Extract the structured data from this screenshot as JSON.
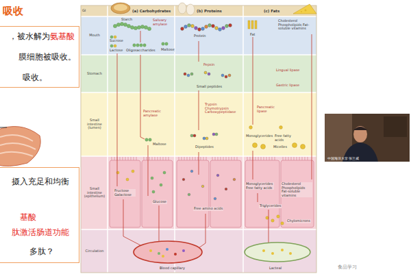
{
  "diagram": {
    "title": "吸收",
    "nodes": [
      {
        "text": [
          "，被水解为",
          "氨基酸",
          "膜细胞被吸收。",
          "吸收。"
        ]
      },
      {
        "text": [
          "摄入充足和均衡",
          "基酸",
          "肽激活肠道功能",
          "多肽？"
        ]
      },
      {
        "text": [
          "GI"
        ]
      },
      {
        "text": [
          "(a) Carbohydrates"
        ]
      },
      {
        "text": [
          "(b) Proteins"
        ]
      },
      {
        "text": [
          "(c) Fats"
        ]
      },
      {
        "text": [
          "Mouth"
        ]
      },
      {
        "text": [
          "Stomach"
        ]
      },
      {
        "text": [
          "Small intestine (lumen)"
        ]
      },
      {
        "text": [
          "Small intestine (epithelium)"
        ]
      },
      {
        "text": [
          "Circulation"
        ]
      }
    ],
    "labels": [
      "Starch",
      "Salivary amylase",
      "Lactose",
      "Sucrose",
      "Oligosaccharides",
      "Maltose",
      "Pancreatic amylase",
      "Maltose",
      "Fructose Galactose",
      "Glucose",
      "Blood capillary",
      "Protein",
      "Pepsin",
      "Small peptides",
      "Trypsin Chymotrypsin Carboxypeptidase",
      "Dipeptides",
      "Free amino acids",
      "Fat",
      "Cholesterol Phospholipids Fat-soluble vitamins",
      "Lingual lipase",
      "Gastric lipase",
      "Pancreatic lipase",
      "Monoglycerides",
      "Free fatty acids",
      "Micelles",
      "Monoglycerides Free fatty acids",
      "Cholesterol Phospholipids Fat-soluble vitamins",
      "Triglycerides",
      "Chylomicrons",
      "Lacteal",
      "中国海洋大学 张兰威",
      "食品学习"
    ]
  }
}
